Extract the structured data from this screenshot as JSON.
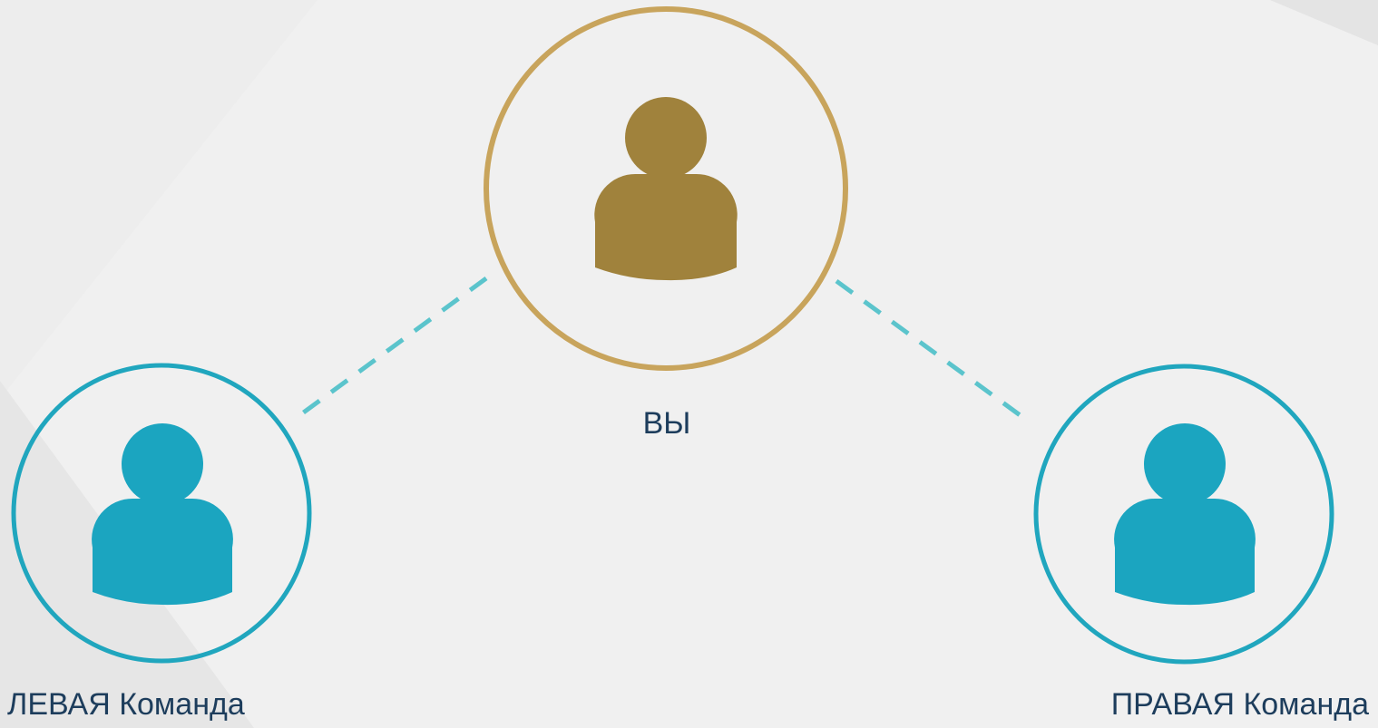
{
  "colors": {
    "background": "#f0f0f0",
    "you": "#a0823c",
    "you_ring": "#c8a45c",
    "team": "#1ba5c0",
    "team_ring": "#20a6be",
    "connector": "#5bc4cc",
    "label_text": "#1d3d5c"
  },
  "nodes": {
    "you": {
      "label": "ВЫ",
      "icon": "person-icon"
    },
    "left": {
      "label": "ЛЕВАЯ Команда",
      "icon": "person-icon"
    },
    "right": {
      "label": "ПРАВАЯ Команда",
      "icon": "person-icon"
    }
  },
  "edges": [
    {
      "from": "you",
      "to": "left",
      "style": "dashed"
    },
    {
      "from": "you",
      "to": "right",
      "style": "dashed"
    }
  ]
}
